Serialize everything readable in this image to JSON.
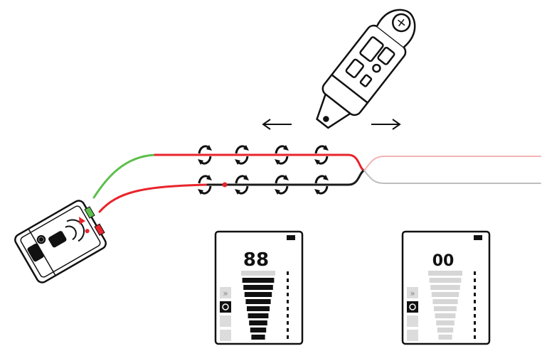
{
  "diagram": {
    "colors": {
      "wire_red": "#e8242c",
      "wire_green": "#5cbf4a",
      "wire_black": "#1a1a1a",
      "wire_faded_red": "#f3b4b6",
      "wire_faded_gray": "#bdbdbd",
      "outline": "#111111",
      "display_faded": "#d6d6d6"
    },
    "transmitter": {
      "icon": "wire-tracer-transmitter-icon"
    },
    "probe": {
      "icon": "clamp-probe-receiver-icon"
    },
    "direction_arrows": [
      {
        "icon": "arrow-left-icon"
      },
      {
        "icon": "arrow-right-icon"
      }
    ],
    "signal_markers": {
      "icon": "rotating-signal-arrow-icon",
      "count_per_wire": 4
    },
    "displays": [
      {
        "reading": "88",
        "signal_level": 1.0,
        "active": true,
        "side_icons": [
          "double-chevron-icon",
          "target-crosshair-icon",
          "cable-icon",
          "probe-pen-icon"
        ]
      },
      {
        "reading": "00",
        "signal_level": 0.0,
        "active": false,
        "side_icons": [
          "double-chevron-icon",
          "target-crosshair-icon",
          "cable-icon",
          "probe-pen-icon"
        ]
      }
    ]
  }
}
